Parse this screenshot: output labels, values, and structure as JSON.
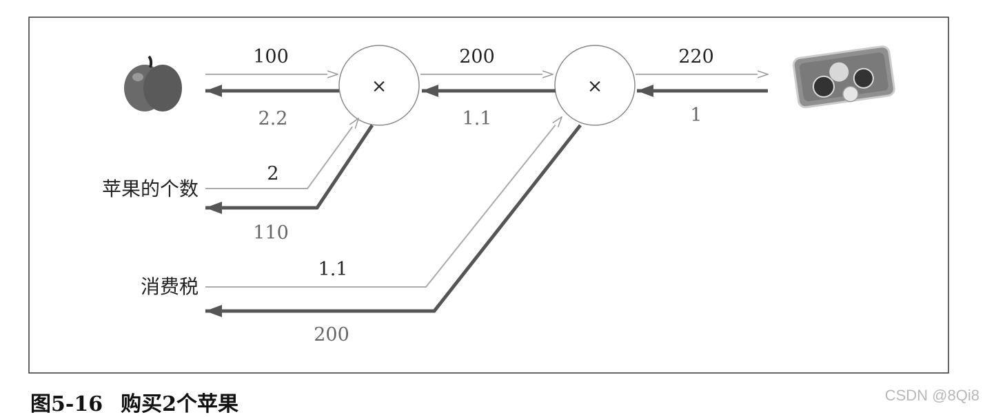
{
  "diagram": {
    "nodes": {
      "mul1": {
        "symbol": "×"
      },
      "mul2": {
        "symbol": "×"
      }
    },
    "inputs": {
      "apple_count": {
        "label": "苹果的个数"
      },
      "tax": {
        "label": "消费税"
      }
    },
    "forward_values": {
      "apple_price": "100",
      "apple_count": "2",
      "tax": "1.1",
      "mid": "200",
      "out": "220"
    },
    "backward_values": {
      "out": "1",
      "mid": "1.1",
      "apple_price": "2.2",
      "apple_count": "110",
      "tax": "200"
    },
    "icons": [
      "apple-icon",
      "coins-tray-icon"
    ]
  },
  "caption": {
    "number": "图5-16",
    "title": "购买2个苹果"
  },
  "watermark": "CSDN @8Qi8",
  "colors": {
    "forward": "#aaaaaa",
    "backward": "#555555",
    "border": "#333333"
  }
}
